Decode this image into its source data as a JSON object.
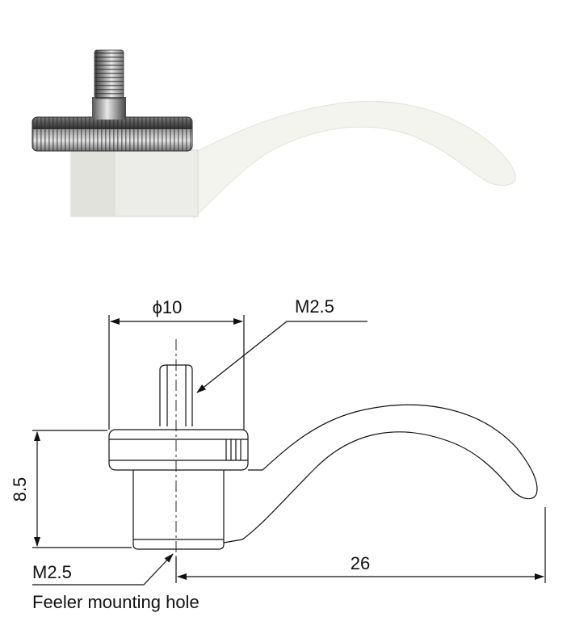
{
  "photo": {
    "icon": "knurled-screw-feeler-photo"
  },
  "drawing": {
    "diameter_label": "ϕ10",
    "thread_label_top": "M2.5",
    "height_label": "8.5",
    "length_label": "26",
    "thread_label_bottom": "M2.5",
    "hole_caption": "Feeler mounting hole"
  },
  "colors": {
    "line": "#111111",
    "metal_dark": "#3a3a3a",
    "metal_light": "#d9d9d9",
    "arm_fill": "#f0f0ec"
  }
}
